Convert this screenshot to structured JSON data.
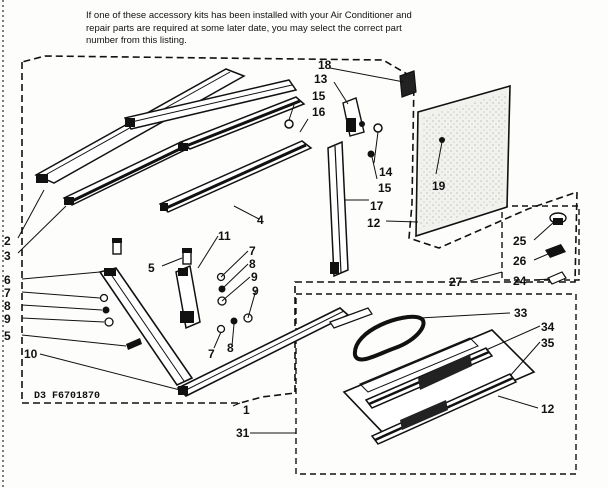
{
  "note_lines": [
    "If one of these accessory kits has been installed with your Air Conditioner and",
    "repair parts are required at some later date, you may select the correct part",
    "number from this listing."
  ],
  "diagram_code": "D3 F6701870",
  "part_labels": {
    "p1": "1",
    "p2": "2",
    "p3": "3",
    "p4": "4",
    "p5a": "5",
    "p5b": "5",
    "p6": "6",
    "p7a": "7",
    "p7b": "7",
    "p7c": "7",
    "p8a": "8",
    "p8b": "8",
    "p8c": "8",
    "p9a": "9",
    "p9b": "9",
    "p9c": "9",
    "p10": "10",
    "p11": "11",
    "p12a": "12",
    "p12b": "12",
    "p13": "13",
    "p14": "14",
    "p15a": "15",
    "p15b": "15",
    "p16": "16",
    "p17": "17",
    "p18": "18",
    "p19": "19",
    "p24": "24",
    "p25": "25",
    "p26": "26",
    "p27": "27",
    "p31": "31",
    "p33": "33",
    "p34": "34",
    "p35": "35"
  }
}
